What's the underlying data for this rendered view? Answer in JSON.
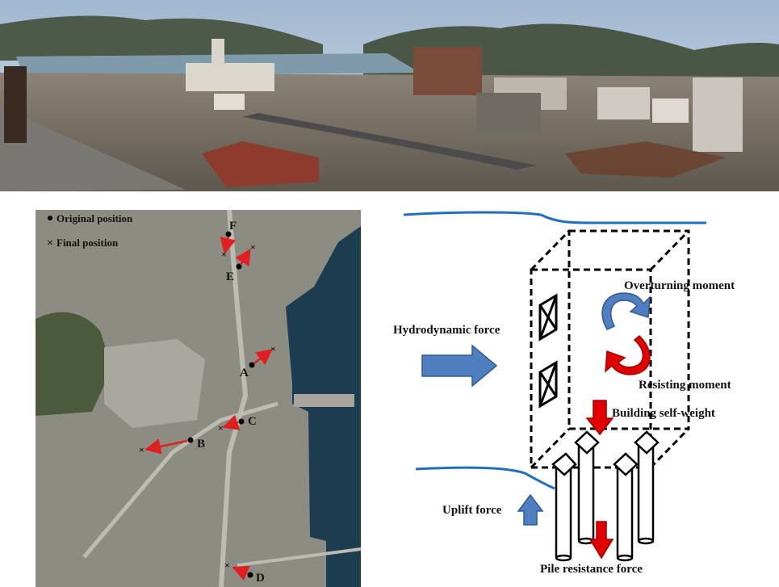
{
  "photo": {
    "description_alt": "Panoramic view of tsunami-damaged coastal town"
  },
  "map": {
    "legend": {
      "original_label": "Original position",
      "final_label": "Final position"
    },
    "points": [
      {
        "label": "F"
      },
      {
        "label": "E"
      },
      {
        "label": "A"
      },
      {
        "label": "C"
      },
      {
        "label": "B"
      },
      {
        "label": "D"
      }
    ]
  },
  "diagram": {
    "labels": {
      "hydrodynamic": "Hydrodynamic force",
      "overturning": "Overturning moment",
      "resisting": "Resisting moment",
      "self_weight": "Building self-weight",
      "uplift": "Uplift force",
      "pile_resistance": "Pile resistance force"
    },
    "colors": {
      "blue_arrow": "#4f7fc0",
      "red_arrow": "#e00000",
      "water_line": "#1f6fc0",
      "map_arrow": "#e02020"
    }
  }
}
